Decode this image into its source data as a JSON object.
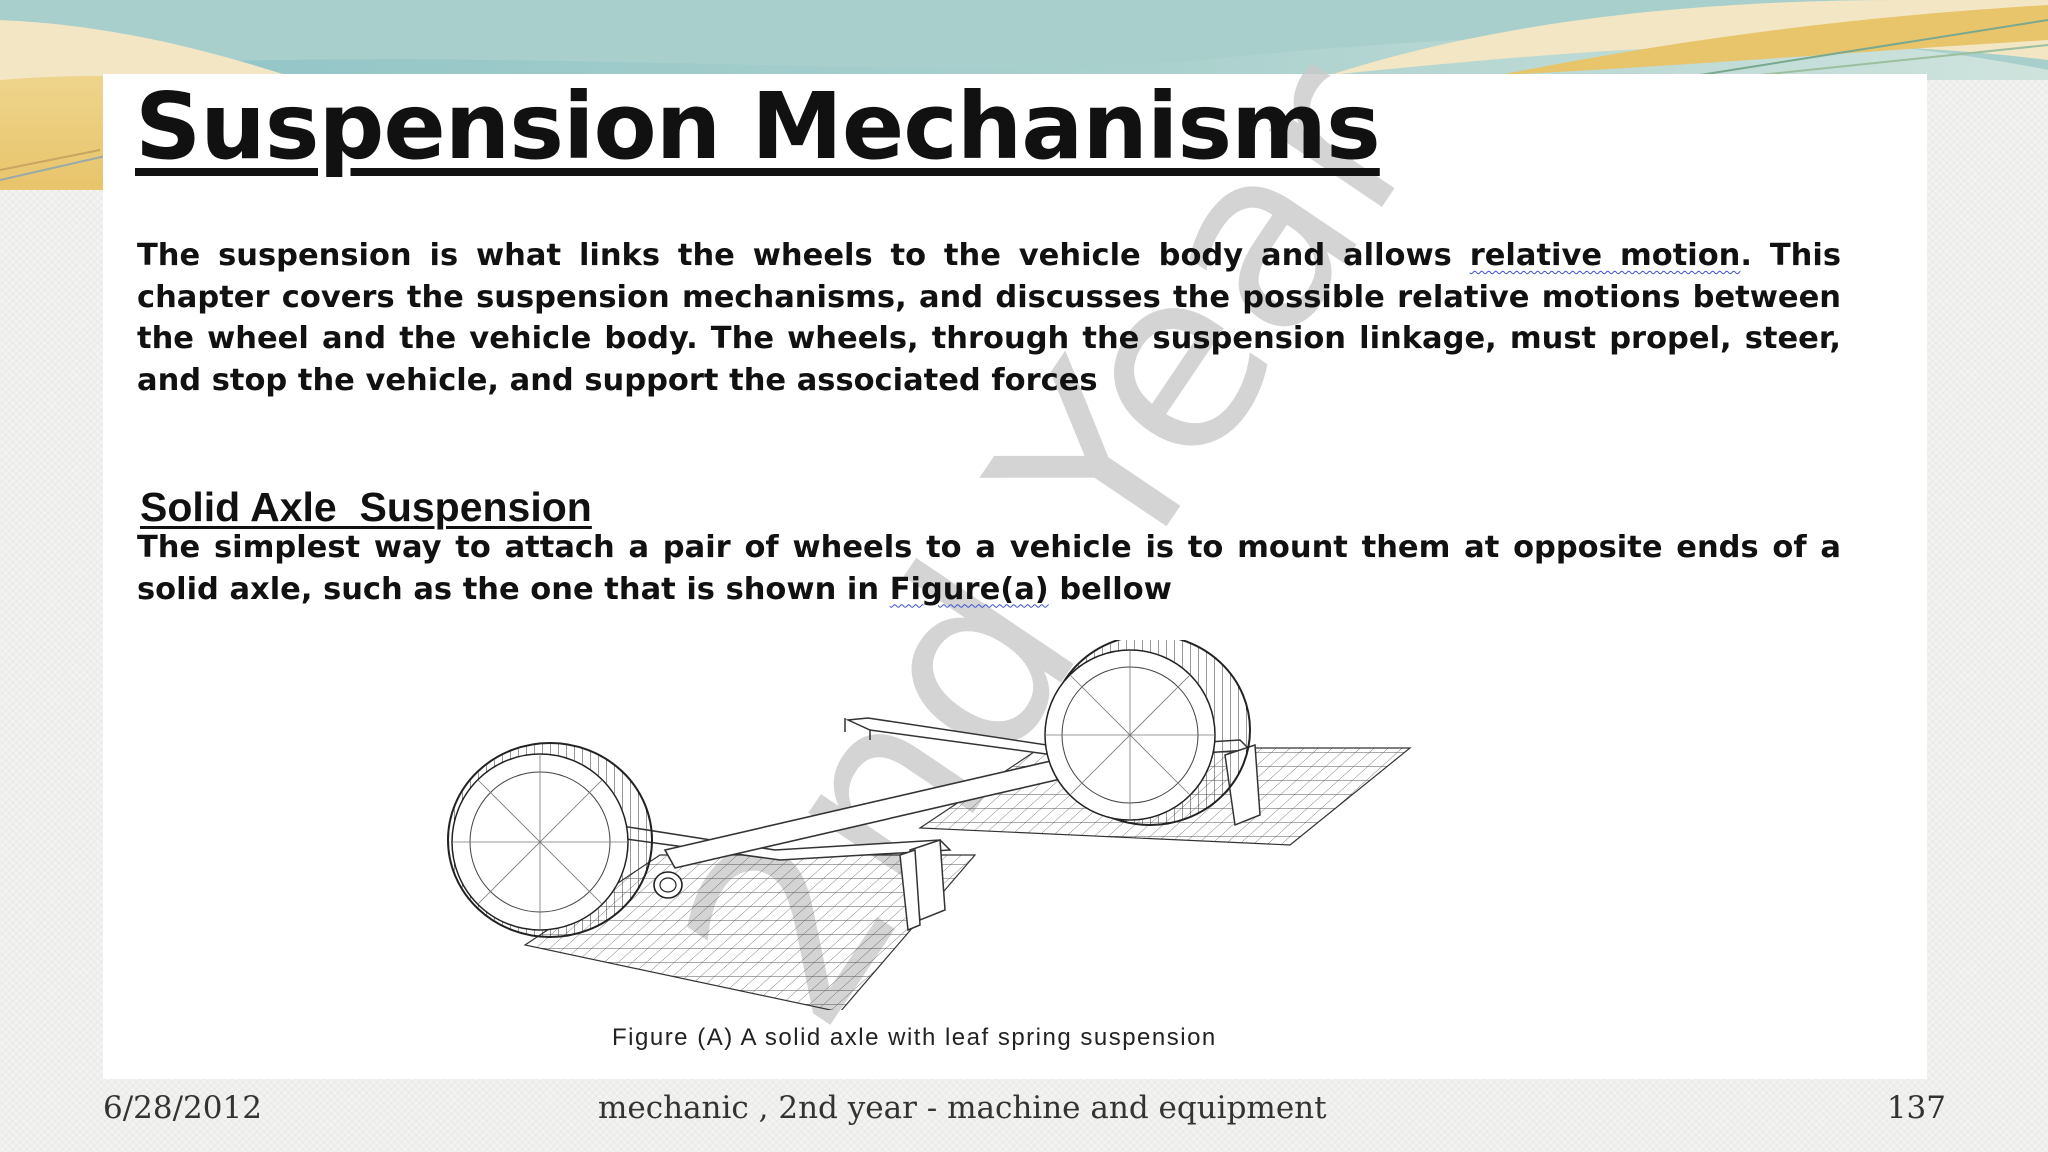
{
  "slide": {
    "title": "Suspension Mechanisms",
    "intro_part1": "The suspension is what links the wheels to the vehicle body and allows ",
    "intro_flag1": "relative motion",
    "intro_part2": ". This chapter covers the suspension mechanisms, and discusses the possible relative motions between the wheel and the vehicle body. The wheels, through the suspension linkage, must propel, steer, and stop the vehicle, and support the associated forces",
    "section_heading": "Solid Axle  Suspension",
    "section_part1": "The simplest way to attach a pair of wheels to a vehicle is to mount them at opposite ends of a solid axle, such as the one that is shown in ",
    "section_flag": "Figure(a)",
    "section_part2": " bellow",
    "figure_caption": "Figure (A) A solid axle with leaf spring suspension",
    "watermark": "2nd Year"
  },
  "footer": {
    "date": "6/28/2012",
    "center_text": "mechanic , 2nd year - machine and equipment",
    "page_number": "137"
  },
  "colors": {
    "wave_teal": "#8fc3c6",
    "wave_gold": "#e8c46b",
    "wave_cream": "#f2e6c4",
    "spell_squiggle": "#3a4fd1",
    "watermark": "#c9c9c9"
  }
}
